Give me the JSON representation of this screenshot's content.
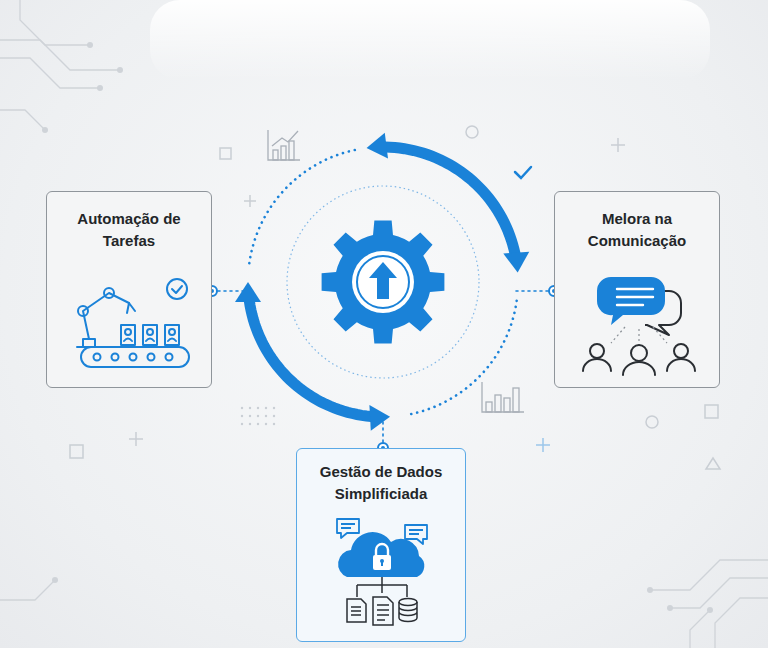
{
  "diagram": {
    "nodes": [
      {
        "text": [
          "Automação de Tarefas"
        ]
      },
      {
        "text": [
          "Melora na Comunicação"
        ]
      },
      {
        "text": [
          "Gestão de Dados Simplificiada"
        ]
      }
    ]
  }
}
